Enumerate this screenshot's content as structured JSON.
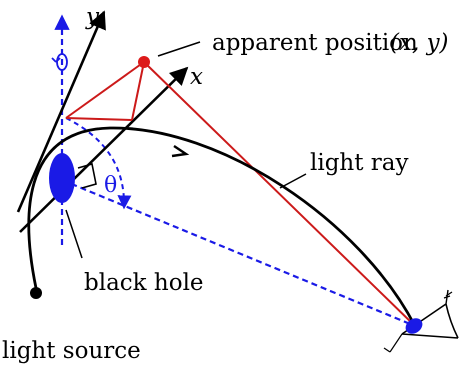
{
  "colors": {
    "axis": "#000000",
    "light_ray": "#000000",
    "apparent_lines": "#cc1a1a",
    "apparent_point": "#dd1a1a",
    "dashed_lines": "#1a1ae6",
    "black_hole": "#1a1ae6",
    "light_source": "#000000"
  },
  "labels": {
    "apparent_position": "apparent position",
    "apparent_position_coords": "(x, y)",
    "light_ray": "light ray",
    "black_hole": "black hole",
    "light_source": "light source",
    "axis_x": "x",
    "axis_y": "y",
    "angle": "θ"
  },
  "icons": {
    "rotation": "rotation-arrow-icon",
    "observer": "eye-icon"
  }
}
